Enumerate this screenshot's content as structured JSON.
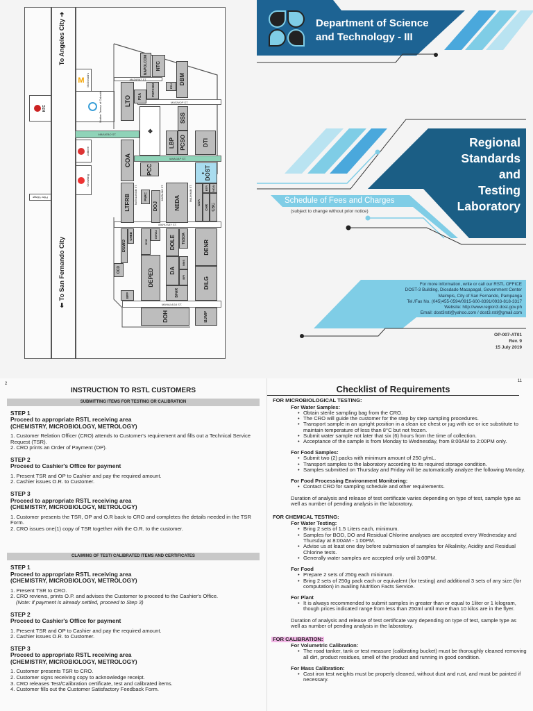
{
  "map": {
    "to_north": "To Angeles City",
    "to_south": "To San Fernando City",
    "landmarks": {
      "kfc": "KFC",
      "mcdonalds": "McDonald's",
      "mother_teresa": "Mother Teresa of Calcutta",
      "jollibee": "Jollibee",
      "chowking": "Chowking",
      "pillar_village": "Pillar Village"
    },
    "streets": {
      "matapat": "MATAPAT ST.",
      "masinop": "MASINOP ST.",
      "makatao": "MAKATAO ST.",
      "maagap": "MAAGAP ST.",
      "matulungin": "MATULUNGIN ST.",
      "matalino": "MATALINO ST.",
      "malikhain": "MALIKHAIN ST.",
      "mahusay": "MAHUSAY ST.",
      "mahalaga": "MAHALAGA ST."
    },
    "buildings": {
      "napolcom": "NAPOLCOM",
      "ntc": "NTC",
      "dbm": "DBM",
      "peu": "PEU",
      "lto": "LTO",
      "psa": "PSA",
      "popcom": "POPCOM",
      "sss": "SSS",
      "lbp": "LBP",
      "pcso": "PCSO",
      "dti": "DTI",
      "coa": "COA",
      "pcc": "PCC",
      "dost": "DOST",
      "ltfrb": "LTFRB",
      "pnrc": "PNRC",
      "doj": "DOJ",
      "neda": "NEDA",
      "coa2": "COA",
      "chr": "CHR",
      "btr": "BTR",
      "ngai": "NGAI",
      "csc": "CSC",
      "ched": "CHED",
      "dswd": "DSWD",
      "ocd": "OCD",
      "bfp": "BFP",
      "deped": "DEPED",
      "dvo": "DVO",
      "owwa": "OWWA",
      "dole": "DOLE",
      "tesda": "TESDA",
      "da": "DA",
      "nms": "NMS",
      "bpi": "BPI",
      "bfar": "BFAR",
      "denr": "DENR",
      "dilg": "DILG",
      "doh": "DOH",
      "bjmp": "BJMP"
    },
    "colors": {
      "street_highlight": "#8fd3b8",
      "dost": "#a9dcef",
      "building": "#bdbdbd"
    }
  },
  "cover": {
    "agency": "Department of Science and Technology - III",
    "agency_line1": "Department of Science",
    "agency_line2": "and Technology - III",
    "title_lines": [
      "Regional",
      "Standards",
      "and",
      "Testing",
      "Laboratory"
    ],
    "schedule": "Schedule of Fees and Charges",
    "schedule_note": "(subject to change without prior notice)",
    "contact": [
      "For more information, write or call our RSTL OFFICE",
      "DOST-3 Building, Diosdado Macapagal, Government Center",
      "Maimpis, City of San Fernando, Pampanga",
      "Tel./Fax No. (045)455-0594/0915-600-8391/0933-818-3317",
      "Website: http://www.region3.dost.gov.ph",
      "Email: dost3rstl@yahoo.com / dost3.rstl@gmail.com"
    ],
    "doc_code": "OP-007-AT01",
    "revision": "Rev. 9",
    "date": "15 July 2019",
    "colors": {
      "dark_blue": "#1d6393",
      "light_blue": "#7fcde6",
      "mid_blue": "#4aa8dc"
    }
  },
  "left_page": {
    "page_number": "2",
    "title": "INSTRUCTION TO RSTL CUSTOMERS",
    "sections": [
      {
        "heading": "SUBMITTING ITEMS FOR TESTING OR CALIBRATION",
        "steps": [
          {
            "step": "STEP 1",
            "title": "Proceed to appropriate RSTL receiving area",
            "subtitle": "(CHEMISTRY, MICROBIOLOGY, METROLOGY)",
            "items": [
              "1. Customer Relation Officer (CRO) attends to Customer's requirement and fills out a Technical Service Request (TSR).",
              "2. CRO prints an Order of Payment (OP)."
            ]
          },
          {
            "step": "STEP 2",
            "title": "Proceed to Cashier's Office for payment",
            "subtitle": "",
            "items": [
              "1. Present TSR and OP to Cashier and pay the required amount.",
              "2. Cashier issues O.R. to Customer."
            ]
          },
          {
            "step": "STEP 3",
            "title": "Proceed to appropriate RSTL receiving area",
            "subtitle": "(CHEMISTRY, MICROBIOLOGY, METROLOGY)",
            "items": [
              "1. Customer presents the TSR, OP and O.R back to CRO and completes the details needed in the TSR Form.",
              "2. CRO issues one(1) copy of TSR together with the O.R. to the customer."
            ]
          }
        ]
      },
      {
        "heading": "CLAIMING OF TEST/ CALIBRATED ITEMS AND CERTIFICATES",
        "steps": [
          {
            "step": "STEP 1",
            "title": "Proceed to appropriate RSTL receiving area",
            "subtitle": "(CHEMISTRY, MICROBIOLOGY, METROLOGY)",
            "items": [
              "1. Present TSR to CRO.",
              "2. CRO reviews, prints O.P. and advises the Customer to proceed to the Cashier's Office."
            ],
            "note": "(Note: if payment is already settled, proceed to Step 3)"
          },
          {
            "step": "STEP 2",
            "title": "Proceed to Cashier's Office for payment",
            "subtitle": "",
            "items": [
              "1. Present TSR and OP to Cashier and pay the required amount.",
              "2. Cashier issues O.R. to Customer."
            ]
          },
          {
            "step": "STEP 3",
            "title": "Proceed to appropriate RSTL receiving area",
            "subtitle": "(CHEMISTRY, MICROBIOLOGY, METROLOGY)",
            "items": [
              "1. Customer presents TSR to CRO.",
              "2. Customer signs receiving copy to acknowledge receipt.",
              "3. CRO releases Test/Calibration certificate, test and calibrated items.",
              "4. Customer fills out the Customer Satisfactory Feedback Form."
            ]
          }
        ]
      }
    ]
  },
  "right_page": {
    "page_number": "11",
    "title": "Checklist of Requirements",
    "micro": {
      "heading": "FOR MICROBIOLOGICAL TESTING:",
      "water": {
        "title": "For Water Samples:",
        "items": [
          "Obtain sterile sampling bag from the CRO.",
          "The CRO will guide the customer for the step by step sampling procedures.",
          "Transport sample in an upright position in a clean ice chest or jug with ice or ice substitute to maintain temperature of less than 8°C but not frozen.",
          "Submit water sample not later that six (6) hours from the time of collection.",
          "Acceptance of the sample is from Monday to Wednesday, from 8:00AM to 2:00PM only."
        ]
      },
      "food": {
        "title": "For Food Samples:",
        "items": [
          "Submit two (2) packs with minimum amount of 250 g/mL.",
          "Transport samples to the laboratory according to its required storage condition.",
          "Samples submitted on Thursday and Friday will be automatically analyze the following Monday."
        ]
      },
      "env": {
        "title": "For Food Processing Environment Monitoring:",
        "items": [
          "Contact CRO for sampling schedule and other requirements."
        ]
      },
      "note": "Duration of analysis and release of test certificate varies depending on type of test, sample type as well as number of pending analysis in the laboratory."
    },
    "chem": {
      "heading": "FOR CHEMICAL TESTING:",
      "water": {
        "title": "For Water Testing:",
        "items": [
          "Bring 2 sets of 1.5 Liters each, minimum.",
          "Samples for BOD, DO and Residual Chlorine analyses are accepted every Wednesday and Thursday at 8:00AM - 1:00PM.",
          "Advise us at least one day before submission of samples for Alkalinity, Acidity and Residual Chlorine tests.",
          "Generally water samples are accepted only until 3:00PM."
        ]
      },
      "food": {
        "title": "For Food",
        "items": [
          "Prepare 2 sets of 250g each minimum.",
          "Bring 2 sets of 250g pack each  or equivalent (for testing) and additional 3 sets of any size (for computation) in availing  Nutrition Facts Service."
        ]
      },
      "plant": {
        "title": "For Plant",
        "items": [
          "It is always recommended to submit samples in greater than or equal to 1liter or 1 kilogram, though prices indicated range from less than 250ml until more than 10 kilos are in the flyer."
        ]
      },
      "note": "Duration of analysis and release of test certificate vary depending on type of test, sample type as well as number of pending analysis in the laboratory."
    },
    "calib": {
      "heading": "FOR CALIBRATION:",
      "highlight": "#f2b6e6",
      "vol": {
        "title": "For Volumetric Calibration:",
        "items": [
          "The road tanker, tank or test measure (calibrating bucket) must be thoroughly cleaned removing all dirt, product residues, smell of the product and running in good condition."
        ]
      },
      "mass": {
        "title": "For Mass Calibration:",
        "items": [
          "Cast iron test weights must be properly cleaned, without dust and rust, and must be painted if necessary."
        ]
      }
    }
  }
}
